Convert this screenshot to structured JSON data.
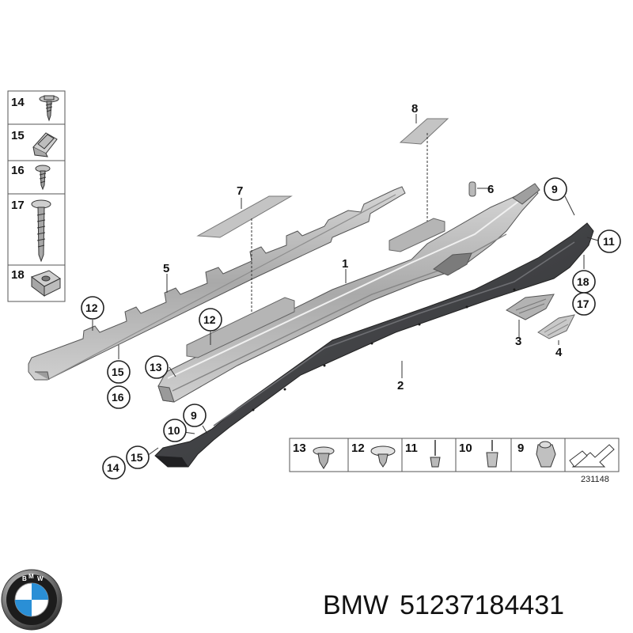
{
  "legend_left": [
    {
      "number": "14"
    },
    {
      "number": "15"
    },
    {
      "number": "16"
    },
    {
      "number": "17"
    },
    {
      "number": "18"
    }
  ],
  "callouts": {
    "c1": "1",
    "c2": "2",
    "c3": "3",
    "c4": "4",
    "c5": "5",
    "c6": "6",
    "c7": "7",
    "c8": "8",
    "c9a": "9",
    "c9b": "9",
    "c10": "10",
    "c11": "11",
    "c12a": "12",
    "c12b": "12",
    "c13": "13",
    "c14": "14",
    "c15a": "15",
    "c15b": "15",
    "c16": "16",
    "c17": "17",
    "c18": "18"
  },
  "legend_bottom": [
    {
      "number": "13"
    },
    {
      "number": "12"
    },
    {
      "number": "11"
    },
    {
      "number": "10"
    },
    {
      "number": "9"
    }
  ],
  "diagram_ref": "231148",
  "caption": {
    "brand": "BMW",
    "part_number": "51237184431"
  },
  "colors": {
    "part_gray": "#b9b9b9",
    "part_dark": "#3e3e40",
    "outline": "#444444",
    "bmw_blue": "#2a8fd6"
  }
}
